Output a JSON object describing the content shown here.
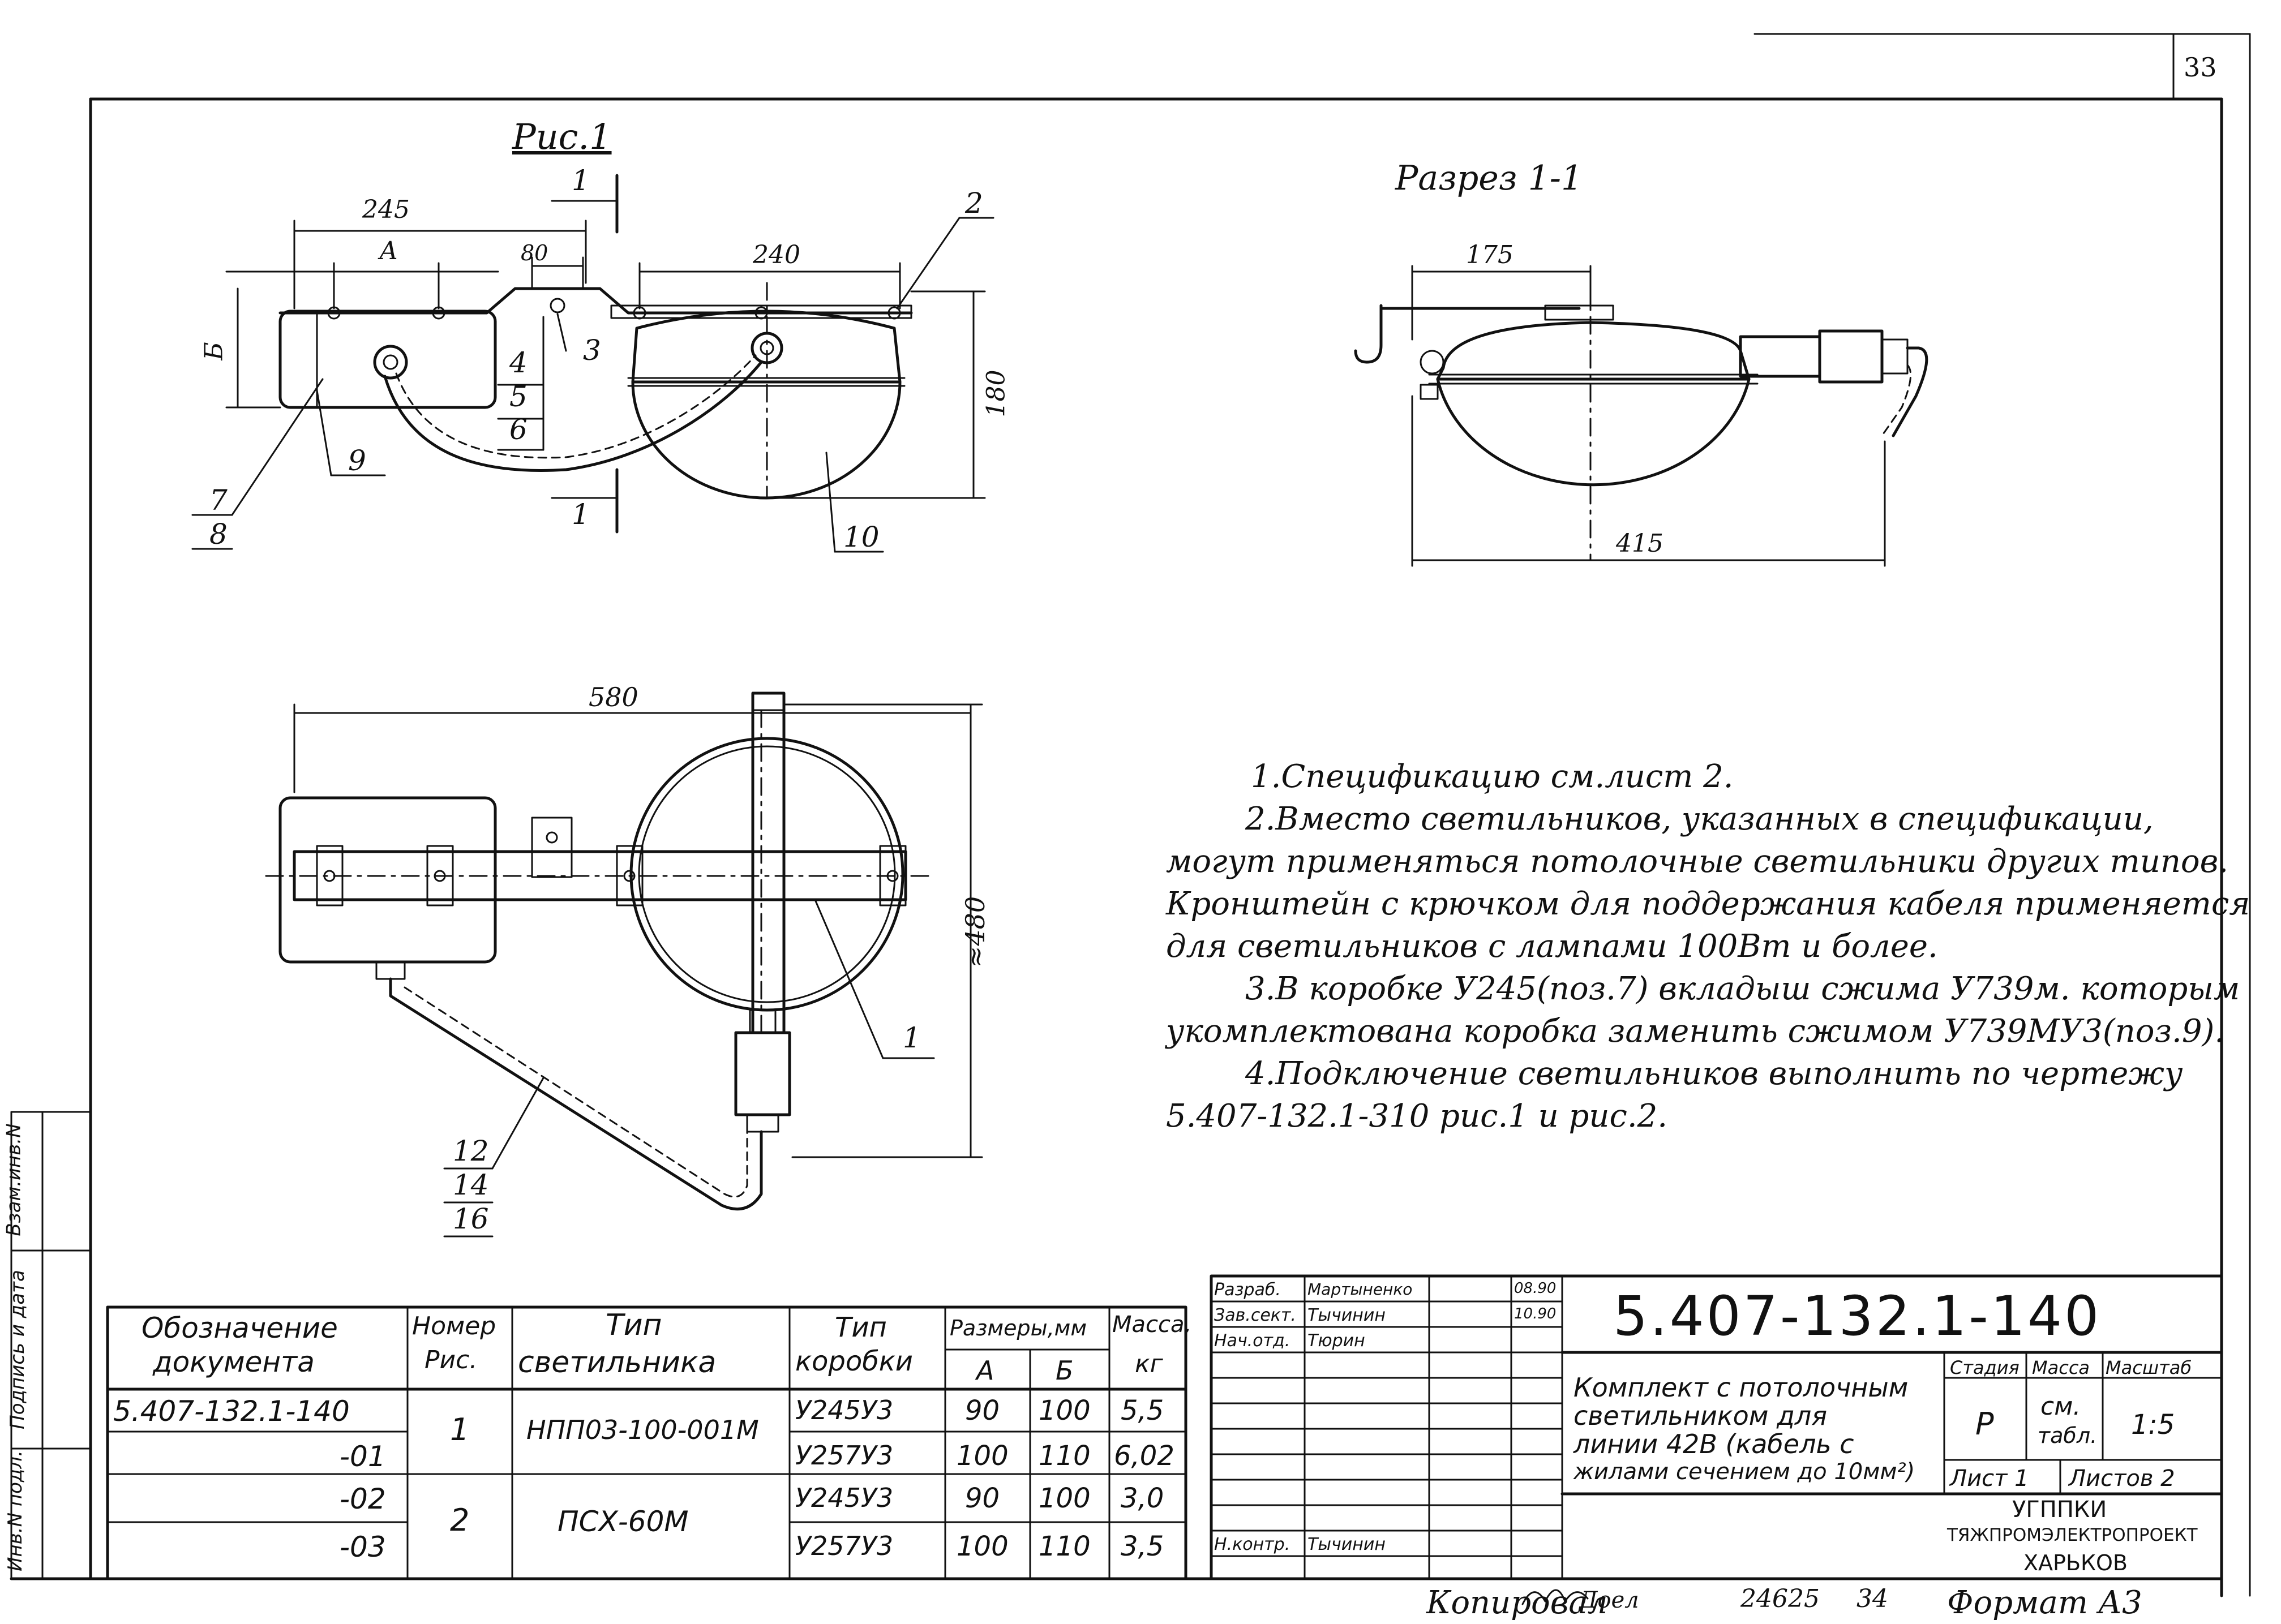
{
  "sheet_number": "33",
  "fig1": {
    "title": "Рис.1",
    "dims": {
      "overall": "245",
      "a": "А",
      "b": "Б",
      "mid": "80",
      "lamp": "240",
      "height": "180"
    },
    "section_marks": [
      "1",
      "1"
    ],
    "callouts": [
      "2",
      "3",
      "4",
      "5",
      "6",
      "7",
      "8",
      "9",
      "10"
    ]
  },
  "section": {
    "title": "Разрез 1-1",
    "dims": {
      "top": "175",
      "bottom": "415"
    }
  },
  "plan": {
    "dims": {
      "width": "580",
      "height": "≈480"
    },
    "callouts": [
      "1",
      "12",
      "14",
      "16"
    ]
  },
  "notes": [
    "1.Спецификацию см.лист 2.",
    "2.Вместо светильников, указанных в спецификации,",
    "могут применяться потолочные светильники других типов.",
    "Кронштейн с крючком для поддержания кабеля применяется",
    "для светильников с лампами 100Вт и более.",
    "3.В коробке У245(поз.7) вкладыш сжима У739м. которым",
    "укомплектована коробка заменить сжимом У739МУ3(поз.9).",
    "4.Подключение светильников выполнить по чертежу",
    "5.407-132.1-310 рис.1 и рис.2."
  ],
  "spec_table": {
    "headers": {
      "doc": [
        "Обозначение",
        "документа"
      ],
      "fig": [
        "Номер",
        "Рис."
      ],
      "type": [
        "Тип",
        "светильника"
      ],
      "box": [
        "Тип",
        "коробки"
      ],
      "sizes": "Размеры,мм",
      "size_a": "А",
      "size_b": "Б",
      "mass": [
        "Масса,",
        "кг"
      ]
    },
    "rows": [
      {
        "doc": "5.407-132.1-140",
        "box": "У245У3",
        "a": "90",
        "b": "100",
        "mass": "5,5"
      },
      {
        "doc": "-01",
        "box": "У257У3",
        "a": "100",
        "b": "110",
        "mass": "6,02"
      },
      {
        "doc": "-02",
        "box": "У245У3",
        "a": "90",
        "b": "100",
        "mass": "3,0"
      },
      {
        "doc": "-03",
        "box": "У257У3",
        "a": "100",
        "b": "110",
        "mass": "3,5"
      }
    ],
    "groups": [
      {
        "fig": "1",
        "type": "НПП03-100-001М"
      },
      {
        "fig": "2",
        "type": "ПСХ-60М"
      }
    ]
  },
  "side_stamp": [
    "Инв.N подл.",
    "Подпись и дата",
    "Взам.инв.N"
  ],
  "title_block": {
    "code": "5.407-132.1-140",
    "roles": [
      {
        "role": "Разраб.",
        "name": "Мартыненко",
        "date": "08.90"
      },
      {
        "role": "Зав.сект.",
        "name": "Тычинин",
        "date": "10.90"
      },
      {
        "role": "Нач.отд.",
        "name": "Тюрин",
        "date": ""
      }
    ],
    "control": {
      "role": "Н.контр.",
      "name": "Тычинин"
    },
    "description": [
      "Комплект с потолочным",
      "светильником для",
      "линии 42В (кабель с",
      "жилами сечением до 10мм²)"
    ],
    "stage_label": "Стадия",
    "mass_label": "Масса",
    "scale_label": "Масштаб",
    "stage": "Р",
    "mass": [
      "см.",
      "табл."
    ],
    "scale": "1:5",
    "sheet": "Лист 1",
    "sheets": "Листов 2",
    "org": [
      "УГППКИ",
      "ТЯЖПРОМЭЛЕКТРОПРОЕКТ",
      "ХАРЬКОВ"
    ]
  },
  "footer": {
    "copied": "Копировал",
    "signature": "Доел",
    "order": "24625",
    "page": "34",
    "format": "Формат А3"
  }
}
